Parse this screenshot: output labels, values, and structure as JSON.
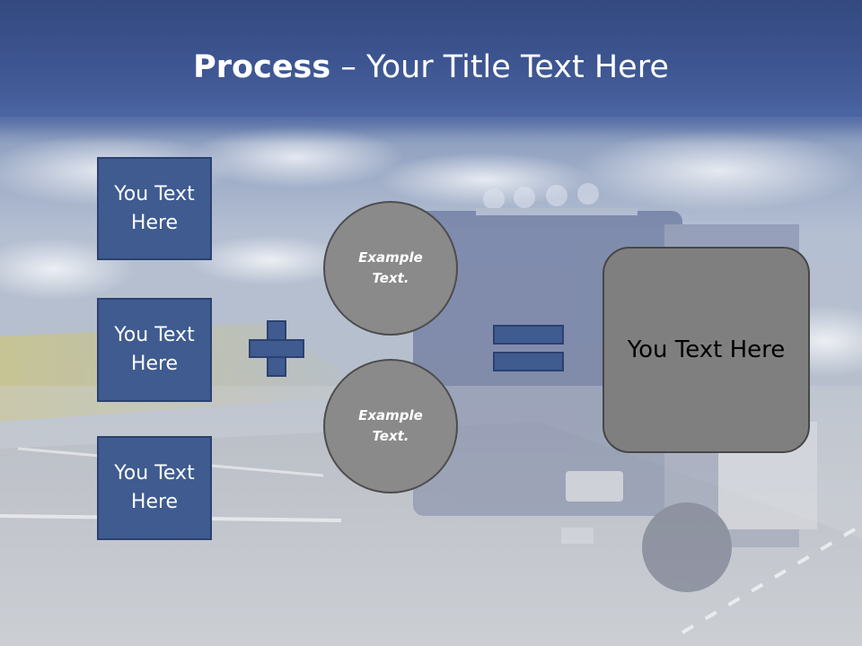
{
  "title": {
    "bold": "Process",
    "rest": " – Your Title Text Here"
  },
  "inputs": [
    "You Text Here",
    "You Text Here",
    "You Text Here"
  ],
  "circles": [
    "Example Text.",
    "Example Text."
  ],
  "result": "You Text Here",
  "colors": {
    "box_fill": "#3f5b8f",
    "circle_fill": "#8a8a8a",
    "result_fill": "#7f7f7f",
    "title_bar": "#3a5188"
  },
  "icons": {
    "plus": "plus-icon",
    "equals": "equals-icon"
  }
}
